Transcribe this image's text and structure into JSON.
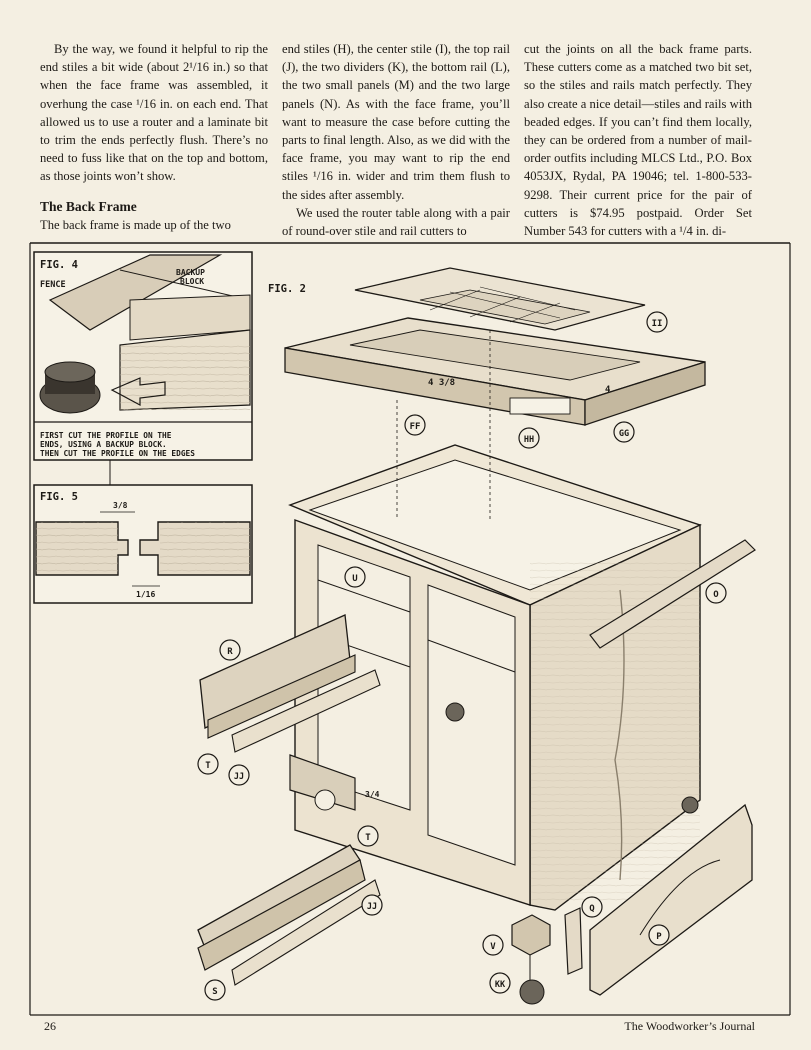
{
  "columns": {
    "col1": {
      "para1": "By the way, we found it helpful to rip the end stiles a bit wide (about 2¹/16 in.) so that when the face frame was assembled, it overhung the case ¹/16 in. on each end. That allowed us to use a router and a laminate bit to trim the ends perfectly flush. There’s no need to fuss like that on the top and bottom, as those joints won’t show.",
      "heading": "The Back Frame",
      "para2": "The back frame is made up of the two"
    },
    "col2": {
      "para1": "end stiles (H), the center stile (I), the top rail (J), the two dividers (K), the bottom rail (L), the two small panels (M) and the two large panels (N). As with the face frame, you’ll want to measure the case before cutting the parts to final length. Also, as we did with the face frame, you may want to rip the end stiles ¹/16 in. wider and trim them flush to the sides after assembly.",
      "para2": "We used the router table along with a pair of round-over stile and rail cutters to"
    },
    "col3": {
      "para1": "cut the joints on all the back frame parts. These cutters come as a matched two bit set, so the stiles and rails match perfectly. They also create a nice detail—stiles and rails with beaded edges. If you can’t find them locally, they can be ordered from a number of mail-order outfits including MLCS Ltd., P.O. Box 4053JX, Rydal, PA 19046; tel. 1-800-533-9298. Their current price for the pair of cutters is $74.95 postpaid. Order Set Number 543 for cutters with a ¹/4 in. di-"
    }
  },
  "figures": {
    "fig4": {
      "title": "FIG. 4",
      "fence": "FENCE",
      "backup1": "BACKUP",
      "backup2": "BLOCK",
      "caption1": "FIRST CUT THE PROFILE ON THE",
      "caption2": "ENDS, USING A BACKUP BLOCK.",
      "caption3": "THEN CUT THE PROFILE ON THE EDGES"
    },
    "fig5": {
      "title": "FIG. 5",
      "dim_top": "3/8",
      "dim_bottom": "1/16"
    },
    "fig2": {
      "title": "FIG. 2",
      "dim_a": "4 3/8",
      "dim_b": "4",
      "dim_c": "3/4"
    }
  },
  "part_labels": [
    "II",
    "FF",
    "HH",
    "GG",
    "U",
    "O",
    "R",
    "T",
    "JJ",
    "T",
    "JJ",
    "S",
    "V",
    "KK",
    "Q",
    "P"
  ],
  "footer": {
    "page_number": "26",
    "journal": "The Woodworker’s Journal"
  }
}
